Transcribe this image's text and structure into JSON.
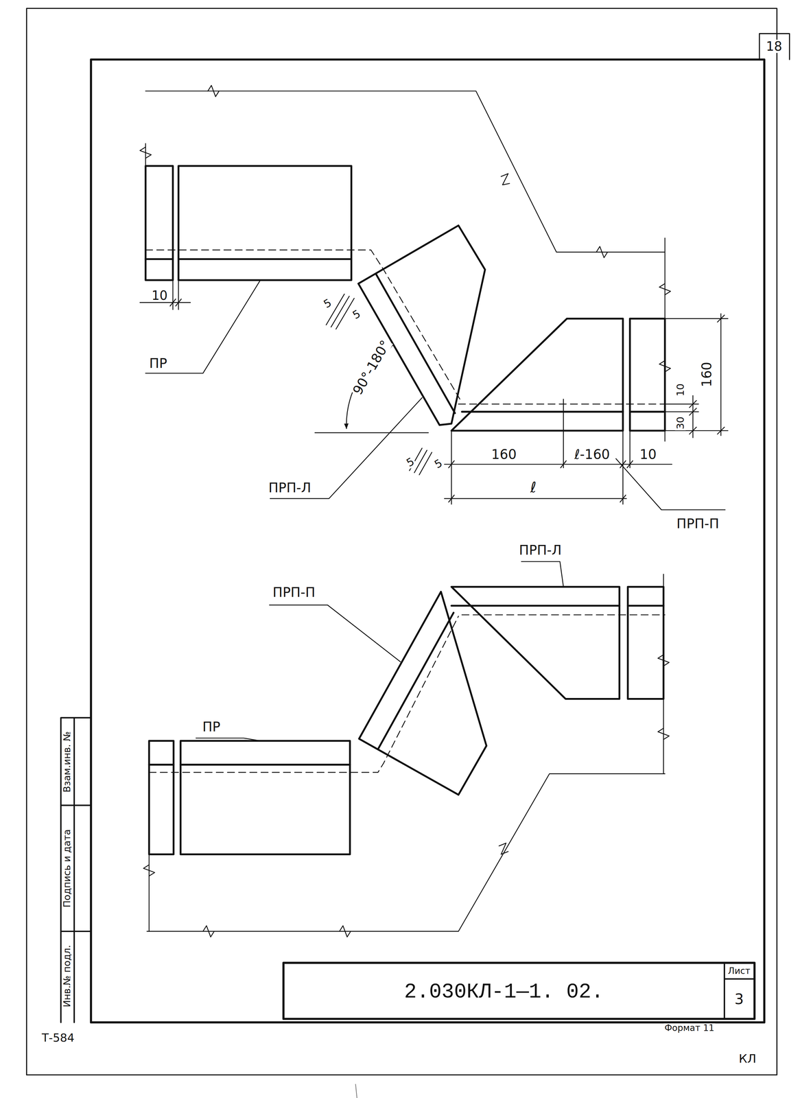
{
  "diagram": {
    "labels": [
      "18",
      "10",
      "ПР",
      "5",
      "5",
      "90°-180°",
      "ПРП-Л",
      "5",
      "5",
      "160",
      "ℓ-160",
      "10",
      "ℓ",
      "ПРП-П",
      "160",
      "10",
      "30",
      "ПРП-Л",
      "ПРП-П",
      "ПР",
      "Взам.инв. №",
      "Подпись и дата",
      "Инв.№ подл.",
      "2.030КЛ-1—1. 02.",
      "Лист",
      "3",
      "Т-584",
      "Формат 11",
      "КЛ"
    ]
  }
}
